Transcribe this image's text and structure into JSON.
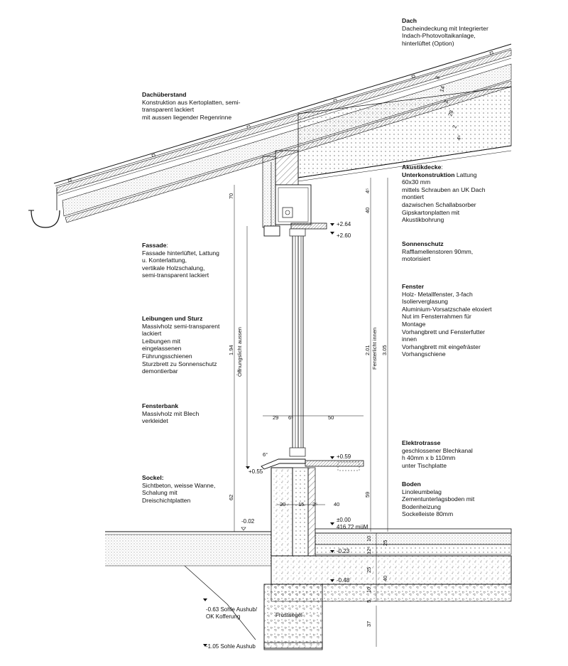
{
  "annotations": {
    "dach": {
      "title": "Dach",
      "lines": [
        "Dacheindeckung mit Integrierter",
        "Indach-Photovoltaikanlage,",
        "hinterlüftet (Option)"
      ]
    },
    "dachueberstand": {
      "title": "Dachüberstand",
      "lines": [
        "Konstruktion aus Kertoplatten, semi-",
        "transparent lackiert",
        "mit aussen liegender Regenrinne"
      ]
    },
    "akustikdecke": {
      "title": "Akustikdecke",
      "title_suffix": ":",
      "sub_title": "Unterkonstruktion",
      "sub_suffix": " Lattung",
      "lines": [
        "60x30 mm",
        "mittels Schrauben an UK Dach",
        "montiert",
        "dazwischen Schallabsorber",
        "Gipskartonplatten mit",
        "Akustikbohrung"
      ]
    },
    "fassade": {
      "title": "Fassade",
      "title_suffix": ":",
      "lines": [
        "Fassade hinterlüftet, Lattung",
        "u. Konterlattung,",
        "vertikale Holzschalung,",
        "semi-transparent lackiert"
      ]
    },
    "sonnenschutz": {
      "title": "Sonnenschutz",
      "lines": [
        "Rafflamellenstoren 90mm,",
        "motorisiert"
      ]
    },
    "fenster": {
      "title": "Fenster",
      "lines": [
        "Holz- Metallfenster, 3-fach",
        "Isolierverglasung",
        "Aluminium-Vorsatzschale eloxiert",
        "Nut im Fensterrahmen für",
        "Montage",
        "Vorhangbrett und Fensterfutter",
        "innen",
        "Vorhangbrett mit eingefräster",
        "Vorhangschiene"
      ]
    },
    "leibungen": {
      "title": "Leibungen und Sturz",
      "lines": [
        "Massivholz semi-transparent",
        "lackiert",
        "Leibungen mit",
        "eingelassenen",
        "Führungsschienen",
        "Sturzbrett zu Sonnenschutz",
        "demontierbar"
      ]
    },
    "fensterbank": {
      "title": "Fensterbank",
      "lines": [
        "Massivholz mit Blech",
        "verkleidet"
      ]
    },
    "elektrotrasse": {
      "title": "Elektrotrasse",
      "lines": [
        "geschlossener Blechkanal",
        "h 40mm x b 110mm",
        "unter Tischplatte"
      ]
    },
    "sockel": {
      "title": "Sockel:",
      "lines": [
        "Sichtbeton, weisse Wanne,",
        "Schalung mit",
        "Dreischichtplatten"
      ]
    },
    "boden": {
      "title": "Boden",
      "lines": [
        "Linoleumbelag",
        "Zementunterlagsboden mit",
        "Bodenheizung",
        "Sockelleiste 80mm"
      ]
    }
  },
  "levels": {
    "plus_264": "+2.64",
    "plus_260": "+2.60",
    "plus_059": "+0.59",
    "plus_055": "+0.55",
    "minus_002": "-0.02",
    "zero": "±0.00",
    "zero_abs": "416.72 müM",
    "minus_023": "-0.23",
    "minus_048": "-0.48",
    "sohle_063_a": "-0.63 Sohle Aushub/",
    "sohle_063_b": "OK Kofferung",
    "sohle_105": "-1.05 Sohle Aushub"
  },
  "dimensions": {
    "roof_8": "8",
    "roof_14": "14",
    "roof_2a": "2",
    "roof_28": "28",
    "roof_2b": "2",
    "roof_45": "4⁵",
    "d70": "70",
    "d194": "1.94",
    "opening_outside": "Öffnungslicht aussen",
    "d62": "62",
    "d45": "4⁵",
    "d40a": "40",
    "d201": "2.01",
    "frame_inside": "Fensterlicht innen",
    "d305": "3.05",
    "d59": "59",
    "d29": "29",
    "d65": "6⁵",
    "d50": "50",
    "d6deg": "6°",
    "d20": "20",
    "d15": "15",
    "d25a": "2⁵",
    "d40b": "40",
    "d10": "10",
    "d125": "12⁵",
    "d25b": "25",
    "d25c": "25",
    "d40c": "40",
    "d5": "5",
    "d10b": "10",
    "d37": "37"
  },
  "labels": {
    "frostriegel": "Frostriegel"
  }
}
